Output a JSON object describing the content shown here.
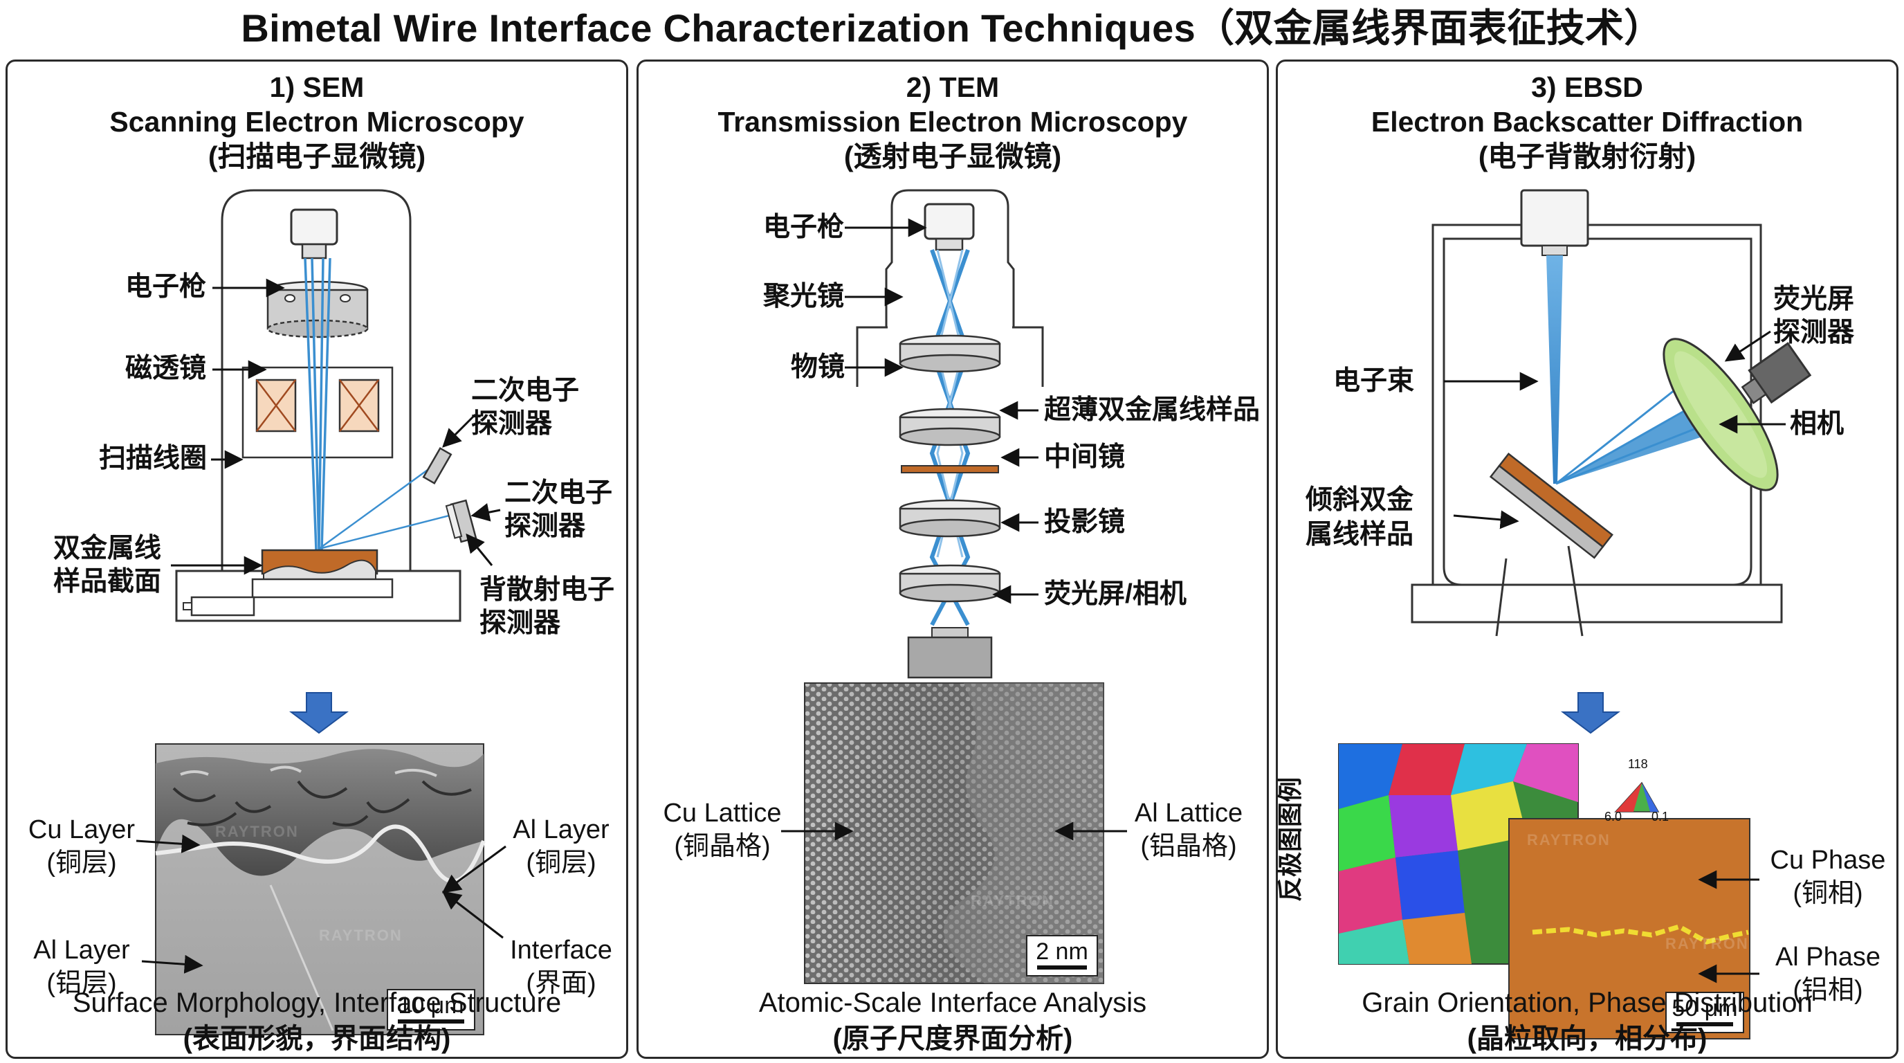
{
  "title": "Bimetal Wire Interface Characterization Techniques（双金属线界面表征技术）",
  "panels": {
    "sem": {
      "number": "1) SEM",
      "name": "Scanning Electron Microscopy",
      "name_cn": "(扫描电子显微镜)",
      "labels": {
        "gun": "电子枪",
        "lens": "磁透镜",
        "coil": "扫描线圈",
        "sample_1": "双金属线",
        "sample_2": "样品截面",
        "se1_1": "二次电子",
        "se1_2": "探测器",
        "se2_1": "二次电子",
        "se2_2": "探测器",
        "bse_1": "背散射电子",
        "bse_2": "探测器"
      },
      "image_labels": {
        "cu_en": "Cu Layer",
        "cu_cn": "(铜层)",
        "al_top_en": "Al Layer",
        "al_top_cn": "(铜层)",
        "al_en": "Al Layer",
        "al_cn": "(铝层)",
        "int_en": "Interface",
        "int_cn": "(界面)"
      },
      "scale": "10 μm",
      "caption": "Surface Morphology, Interface Structure",
      "caption_cn": "(表面形貌，界面结构)"
    },
    "tem": {
      "number": "2) TEM",
      "name": "Transmission Electron Microscopy",
      "name_cn": "(透射电子显微镜)",
      "labels": {
        "gun": "电子枪",
        "condenser": "聚光镜",
        "objective": "物镜",
        "sample": "超薄双金属线样品",
        "intermediate": "中间镜",
        "projector": "投影镜",
        "screen": "荧光屏/相机"
      },
      "image_labels": {
        "cu_en": "Cu Lattice",
        "cu_cn": "(铜晶格)",
        "al_en": "Al Lattice",
        "al_cn": "(铝晶格)"
      },
      "scale": "2 nm",
      "caption": "Atomic-Scale Interface Analysis",
      "caption_cn": "(原子尺度界面分析)"
    },
    "ebsd": {
      "number": "3) EBSD",
      "name": "Electron Backscatter Diffraction",
      "name_cn": "(电子背散射衍射)",
      "labels": {
        "screen_1": "荧光屏",
        "screen_2": "探测器",
        "beam": "电子束",
        "camera": "相机",
        "sample_1": "倾斜双金",
        "sample_2": "属线样品"
      },
      "image_labels": {
        "pole": "反极图图例",
        "tri_top": "118",
        "tri_left": "6.0",
        "tri_right": "0.1",
        "cu_en": "Cu Phase",
        "cu_cn": "(铜相)",
        "al_en": "Al Phase",
        "al_cn": "(铝相)"
      },
      "scale": "50 μm",
      "caption": "Grain Orientation, Phase Distribution",
      "caption_cn": "(晶粒取向，相分布)"
    }
  },
  "watermark": "RAYTRON",
  "colors": {
    "beam": "#3b8fd0",
    "arrow_blue": "#3a72c4",
    "copper": "#c06a28",
    "ebsd_orange": "#c8742c",
    "interface_yellow": "#f0dc32",
    "screen_green": "#b9e08a"
  }
}
